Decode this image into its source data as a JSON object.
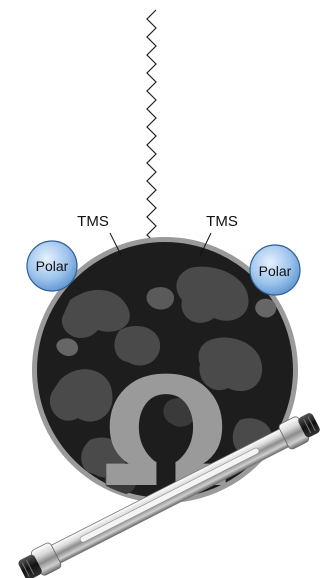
{
  "labels": {
    "tms_left": "TMS",
    "tms_right": "TMS",
    "polar_left": "Polar",
    "polar_right": "Polar",
    "omega": "Ω"
  },
  "colors": {
    "particle_fill": "#1d1d1d",
    "particle_rim": "#9a9a9a",
    "crater_tone": "#4a4a4a",
    "polar_fill": "#8fb8e6",
    "polar_stroke": "#2f5f96",
    "omega": "#9a9a9a",
    "chain": "#222222"
  },
  "icons": {
    "column": "hplc-column-icon",
    "particle": "silica-particle-icon"
  }
}
